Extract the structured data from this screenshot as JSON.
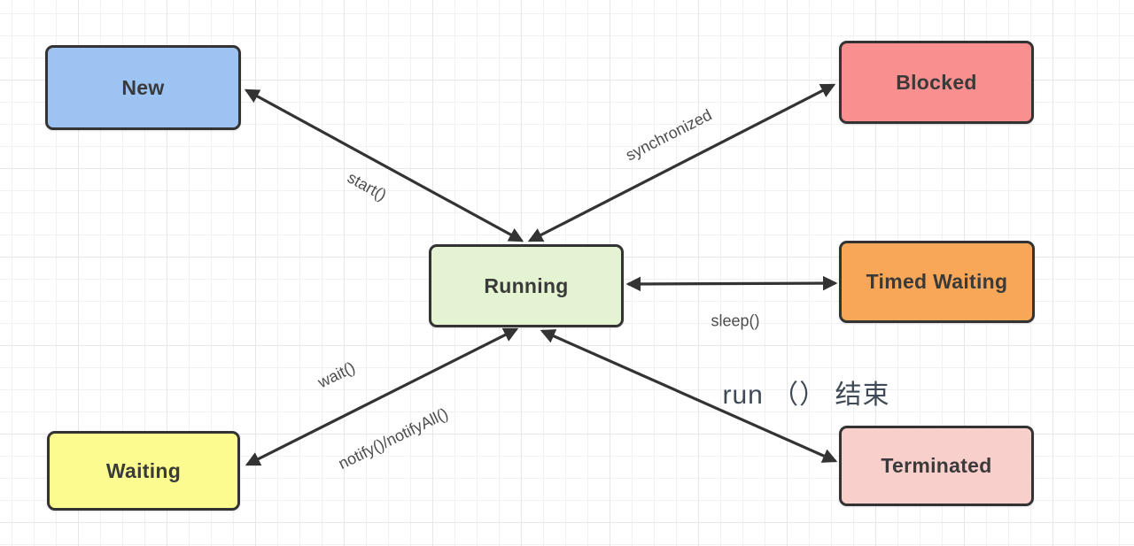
{
  "diagram": {
    "nodes": {
      "new": {
        "label": "New",
        "fill": "#9cc3f1"
      },
      "blocked": {
        "label": "Blocked",
        "fill": "#f98f8f"
      },
      "running": {
        "label": "Running",
        "fill": "#e4f3d2"
      },
      "timed_waiting": {
        "label": "Timed Waiting",
        "fill": "#f8a758"
      },
      "waiting": {
        "label": "Waiting",
        "fill": "#fbfb8f"
      },
      "terminated": {
        "label": "Terminated",
        "fill": "#f9cfcc"
      }
    },
    "edge_labels": {
      "start": "start()",
      "sync": "synchronized",
      "sleep": "sleep()",
      "wait": "wait()",
      "notify": "notify()/notifyAll()",
      "run_end": "run （） 结束"
    },
    "colors": {
      "arrow": "#333333",
      "node_border": "#333333",
      "node_text": "#3a3a3a",
      "edge_label_text": "#4d4d4d",
      "run_end_text": "#3f4a56",
      "background": "#ffffff",
      "grid_minor": "#f1f1f4",
      "grid_major": "#e7e7ea"
    }
  }
}
